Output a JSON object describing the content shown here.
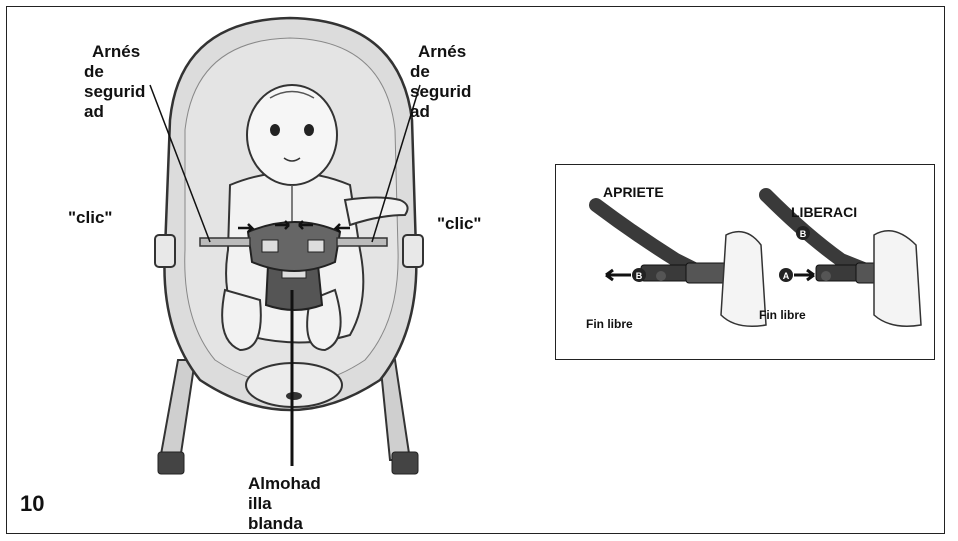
{
  "labels": {
    "harness_left": [
      "Arnés",
      "de",
      "segurid",
      "ad"
    ],
    "harness_right": [
      "Arnés",
      "de",
      "segurid",
      "ad"
    ],
    "click_left": "\"clic\"",
    "click_right": "\"clic\"",
    "pad": [
      "Almohad",
      "illa",
      "blanda"
    ],
    "page_number": "10"
  },
  "inset": {
    "tighten_label": "APRIETE",
    "release_label": "LIBERACI",
    "free_end_left": "Fin libre",
    "free_end_right": "Fin libre",
    "marker_a": "A",
    "marker_b": "B"
  },
  "colors": {
    "seat": "#dcdcdc",
    "seat_edge": "#333333",
    "dark_strap": "#3a3a3a",
    "pad": "#555555"
  }
}
